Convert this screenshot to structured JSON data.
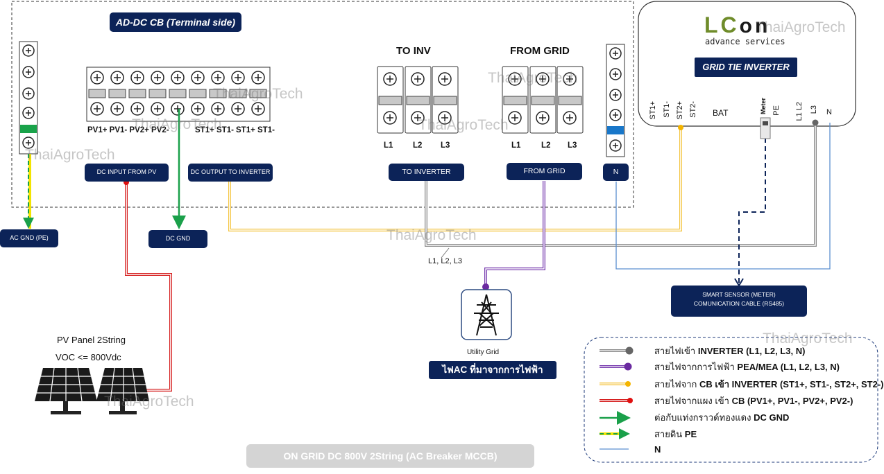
{
  "colors": {
    "navy": "#0c2358",
    "gray_wire": "#8a8a8a",
    "purple_wire": "#7a3fb0",
    "yellow_wire": "#f4c542",
    "red_wire": "#d62020",
    "green_wire": "#1aa04a",
    "blue_wire": "#5b8fd0"
  },
  "cb": {
    "title": "AD-DC CB (Terminal side)",
    "pv_labels": "PV1+ PV1- PV2+ PV2-",
    "st_labels_1": "ST1+ ST1-",
    "st_labels_2": "ST1+ ST1-",
    "to_inv": "TO INV",
    "from_grid": "FROM GRID",
    "l1": "L1",
    "l2": "L2",
    "l3": "L3"
  },
  "labels": {
    "dc_input": "DC INPUT  FROM  PV",
    "dc_output": "DC OUTPUT TO INVERTER",
    "to_inverter": "TO INVERTER",
    "from_grid_box": "FROM GRID",
    "n_box": "N",
    "ac_gnd": "AC GND (PE)",
    "dc_gnd": "DC GND",
    "l123": "L1, L2, L3",
    "smart_sensor_1": "SMART  SENSOR (METER)",
    "smart_sensor_2": "COMUNICATION  CABLE (RS485)",
    "utility_grid": "Utility Grid",
    "ac_from_utility": "ไฟAC ที่มาจากการไฟฟ้า",
    "pv_panel_1": "PV  Panel 2String",
    "pv_panel_2": "VOC <= 800Vdc",
    "footer": "ON GRID DC 800V 2String (AC Breaker MCCB)"
  },
  "inverter": {
    "logo_l": "L",
    "logo_c": "C",
    "logo_on": "on",
    "logo_sub": "advance services",
    "title": "GRID TIE INVERTER",
    "pins": [
      "ST1+",
      "ST1-",
      "ST2+",
      "ST2-"
    ],
    "bat": "BAT",
    "meter": "Meter",
    "pe": "PE",
    "l1l2": "L1 L2",
    "l3": "L3",
    "n": "N"
  },
  "legend": [
    {
      "text": "สายไฟเข้า ",
      "bold": "INVERTER (L1, L2, L3, N)"
    },
    {
      "text": "สายไฟจากการไฟฟ้า ",
      "bold": "PEA/MEA (L1, L2, L3, N)"
    },
    {
      "text": "สายไฟจาก ",
      "bold": "CB เข้า INVERTER (ST1+, ST1-, ST2+, ST2-)"
    },
    {
      "text": "สายไฟจากแผง เข้า ",
      "bold": "CB (PV1+, PV1-, PV2+, PV2-)"
    },
    {
      "text": "ต่อกับแท่งกราวด์ทองแดง ",
      "bold": "DC GND"
    },
    {
      "text": "สายดิน ",
      "bold": "PE"
    },
    {
      "text": "",
      "bold": "N"
    }
  ],
  "watermark": "ThaiAgroTech"
}
